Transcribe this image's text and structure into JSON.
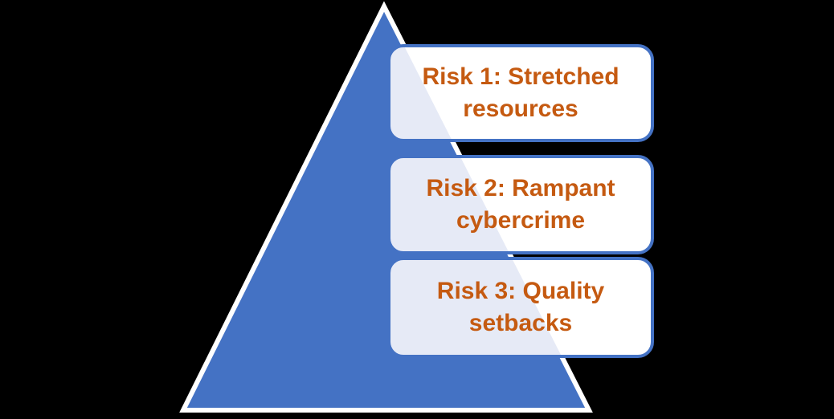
{
  "colors": {
    "background": "#000000",
    "pyramid_blue": "#4472C4",
    "pyramid_outline": "#FFFFFF",
    "box_fill": "#FFFFFF",
    "box_border": "#4472C4",
    "overlap_tint": "#E6EAF6",
    "label_orange": "#C55A11"
  },
  "boxes": [
    {
      "label": "Risk 1: Stretched resources"
    },
    {
      "label": "Risk 2: Rampant cybercrime"
    },
    {
      "label": "Risk 3: Quality setbacks"
    }
  ]
}
